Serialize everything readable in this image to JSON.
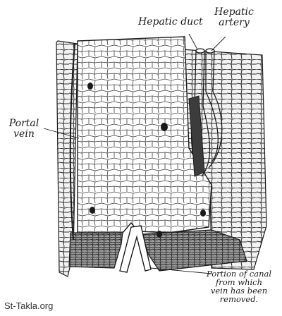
{
  "labels": {
    "hepatic_duct": "Hepatic duct",
    "hepatic_artery": [
      "Hepatic",
      "artery"
    ],
    "portal_vein": [
      "Portal",
      "vein"
    ],
    "canal": [
      "Portion of canal",
      "from which",
      "vein has been",
      "removed."
    ]
  },
  "watermark": "St-Takla.org",
  "colors": {
    "ink": "#1a1a1a",
    "paper": "#ffffff",
    "tissue": "#d9d9d9"
  }
}
